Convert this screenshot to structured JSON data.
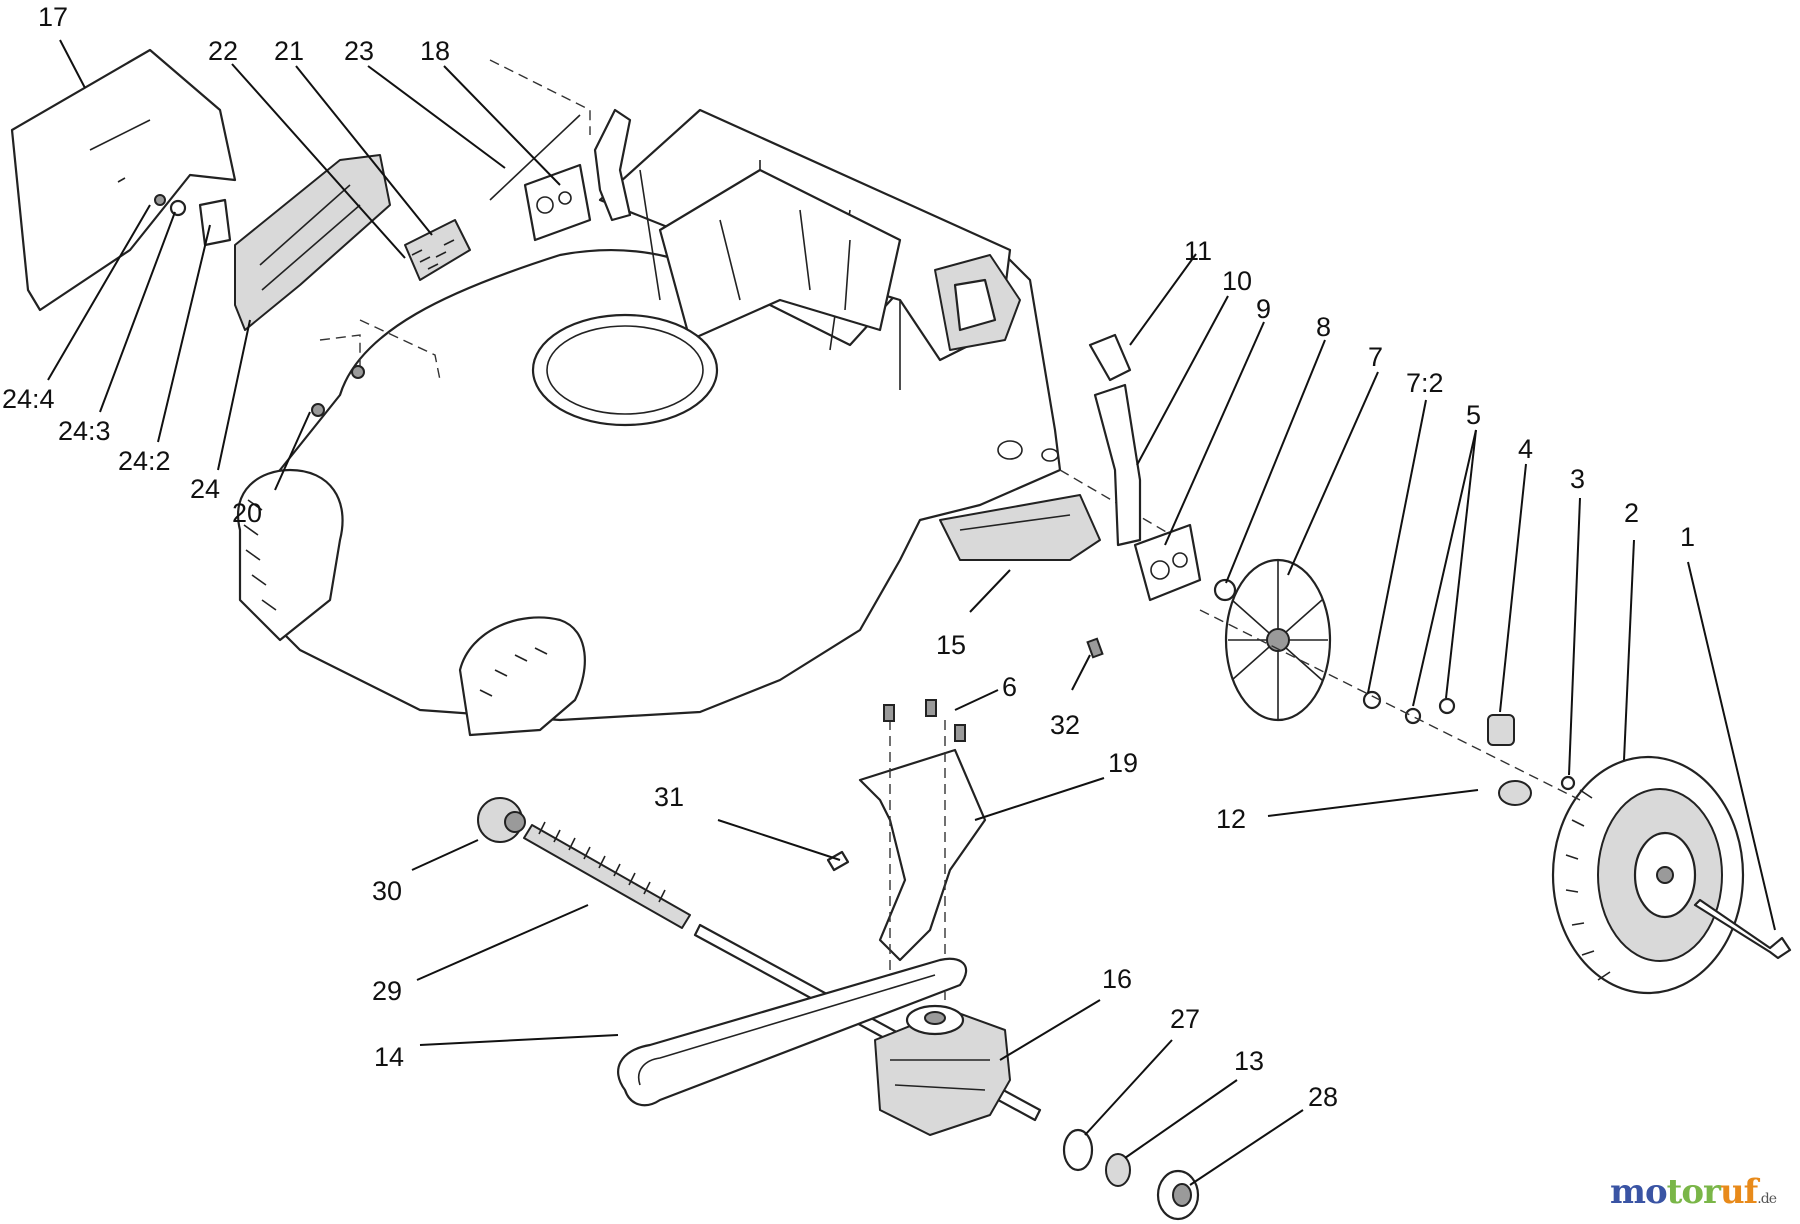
{
  "diagram": {
    "callouts": [
      {
        "id": "p17",
        "label": "17"
      },
      {
        "id": "p22",
        "label": "22"
      },
      {
        "id": "p21",
        "label": "21"
      },
      {
        "id": "p23",
        "label": "23"
      },
      {
        "id": "p18",
        "label": "18"
      },
      {
        "id": "p24_4",
        "label": "24:4"
      },
      {
        "id": "p24_3",
        "label": "24:3"
      },
      {
        "id": "p24_2",
        "label": "24:2"
      },
      {
        "id": "p24",
        "label": "24"
      },
      {
        "id": "p20",
        "label": "20"
      },
      {
        "id": "p11",
        "label": "11"
      },
      {
        "id": "p10",
        "label": "10"
      },
      {
        "id": "p9",
        "label": "9"
      },
      {
        "id": "p8",
        "label": "8"
      },
      {
        "id": "p7",
        "label": "7"
      },
      {
        "id": "p7_2",
        "label": "7:2"
      },
      {
        "id": "p5",
        "label": "5"
      },
      {
        "id": "p4",
        "label": "4"
      },
      {
        "id": "p3",
        "label": "3"
      },
      {
        "id": "p2",
        "label": "2"
      },
      {
        "id": "p1",
        "label": "1"
      },
      {
        "id": "p15",
        "label": "15"
      },
      {
        "id": "p32",
        "label": "32"
      },
      {
        "id": "p6",
        "label": "6"
      },
      {
        "id": "p19",
        "label": "19"
      },
      {
        "id": "p12",
        "label": "12"
      },
      {
        "id": "p31",
        "label": "31"
      },
      {
        "id": "p30",
        "label": "30"
      },
      {
        "id": "p29",
        "label": "29"
      },
      {
        "id": "p14",
        "label": "14"
      },
      {
        "id": "p16",
        "label": "16"
      },
      {
        "id": "p27",
        "label": "27"
      },
      {
        "id": "p13",
        "label": "13"
      },
      {
        "id": "p28",
        "label": "28"
      }
    ]
  },
  "watermark": {
    "part1": "mo",
    "part2": "tor",
    "part3": "uf",
    "tld": ".de"
  }
}
